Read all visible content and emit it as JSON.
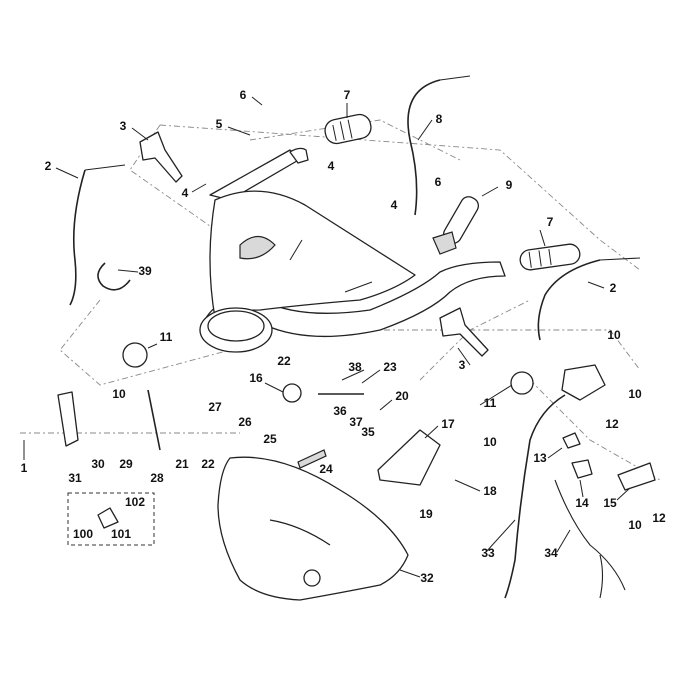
{
  "callouts": [
    "1",
    "2",
    "2",
    "3",
    "3",
    "4",
    "4",
    "4",
    "4",
    "5",
    "6",
    "6",
    "7",
    "7",
    "8",
    "9",
    "10",
    "10",
    "10",
    "10",
    "10",
    "10",
    "11",
    "11",
    "12",
    "12",
    "13",
    "14",
    "15",
    "16",
    "17",
    "18",
    "19",
    "20",
    "21",
    "22",
    "22",
    "23",
    "24",
    "25",
    "26",
    "27",
    "28",
    "29",
    "30",
    "31",
    "32",
    "33",
    "34",
    "35",
    "36",
    "37",
    "38",
    "39",
    "100",
    "101",
    "102"
  ]
}
